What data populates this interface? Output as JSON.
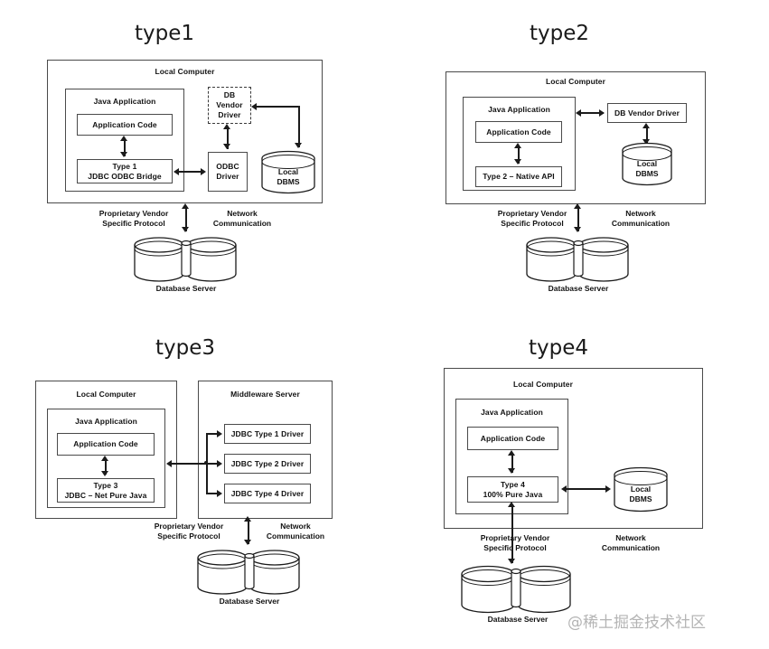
{
  "page": {
    "background": "#ffffff",
    "line_color": "#1b1b1b",
    "box_border": "#4a4a4a",
    "watermark": "@稀土掘金技术社区"
  },
  "diagrams": [
    {
      "title": "type1",
      "outer_label": "Local Computer",
      "java_app_label": "Java Application",
      "app_code_label": "Application Code",
      "driver_label": "Type 1\nJDBC ODBC Bridge",
      "db_vendor_driver_label": "DB\nVendor\nDriver",
      "odbc_driver_label": "ODBC\nDriver",
      "local_dbms_label": "Local\nDBMS",
      "left_protocol_label": "Proprietary Vendor\nSpecific  Protocol",
      "right_protocol_label": "Network\nCommunication",
      "db_server_label": "Database Server"
    },
    {
      "title": "type2",
      "outer_label": "Local Computer",
      "java_app_label": "Java Application",
      "app_code_label": "Application Code",
      "driver_label": "Type 2 – Native API",
      "db_vendor_driver_label": "DB Vendor Driver",
      "local_dbms_label": "Local\nDBMS",
      "left_protocol_label": "Proprietary Vendor\nSpecific  Protocol",
      "right_protocol_label": "Network\nCommunication",
      "db_server_label": "Database Server"
    },
    {
      "title": "type3",
      "outer_label": "Local Computer",
      "middleware_label": "Middleware Server",
      "java_app_label": "Java Application",
      "app_code_label": "Application Code",
      "driver_label": "Type 3\nJDBC – Net Pure Java",
      "middleware_drivers": [
        "JDBC Type 1 Driver",
        "JDBC Type 2 Driver",
        "JDBC Type 4 Driver"
      ],
      "left_protocol_label": "Proprietary Vendor\nSpecific  Protocol",
      "right_protocol_label": "Network\nCommunication",
      "db_server_label": "Database Server"
    },
    {
      "title": "type4",
      "outer_label": "Local Computer",
      "java_app_label": "Java Application",
      "app_code_label": "Application Code",
      "driver_label": "Type 4\n100% Pure Java",
      "local_dbms_label": "Local\nDBMS",
      "left_protocol_label": "Proprietary Vendor\nSpecific  Protocol",
      "right_protocol_label": "Network\nCommunication",
      "db_server_label": "Database Server"
    }
  ]
}
